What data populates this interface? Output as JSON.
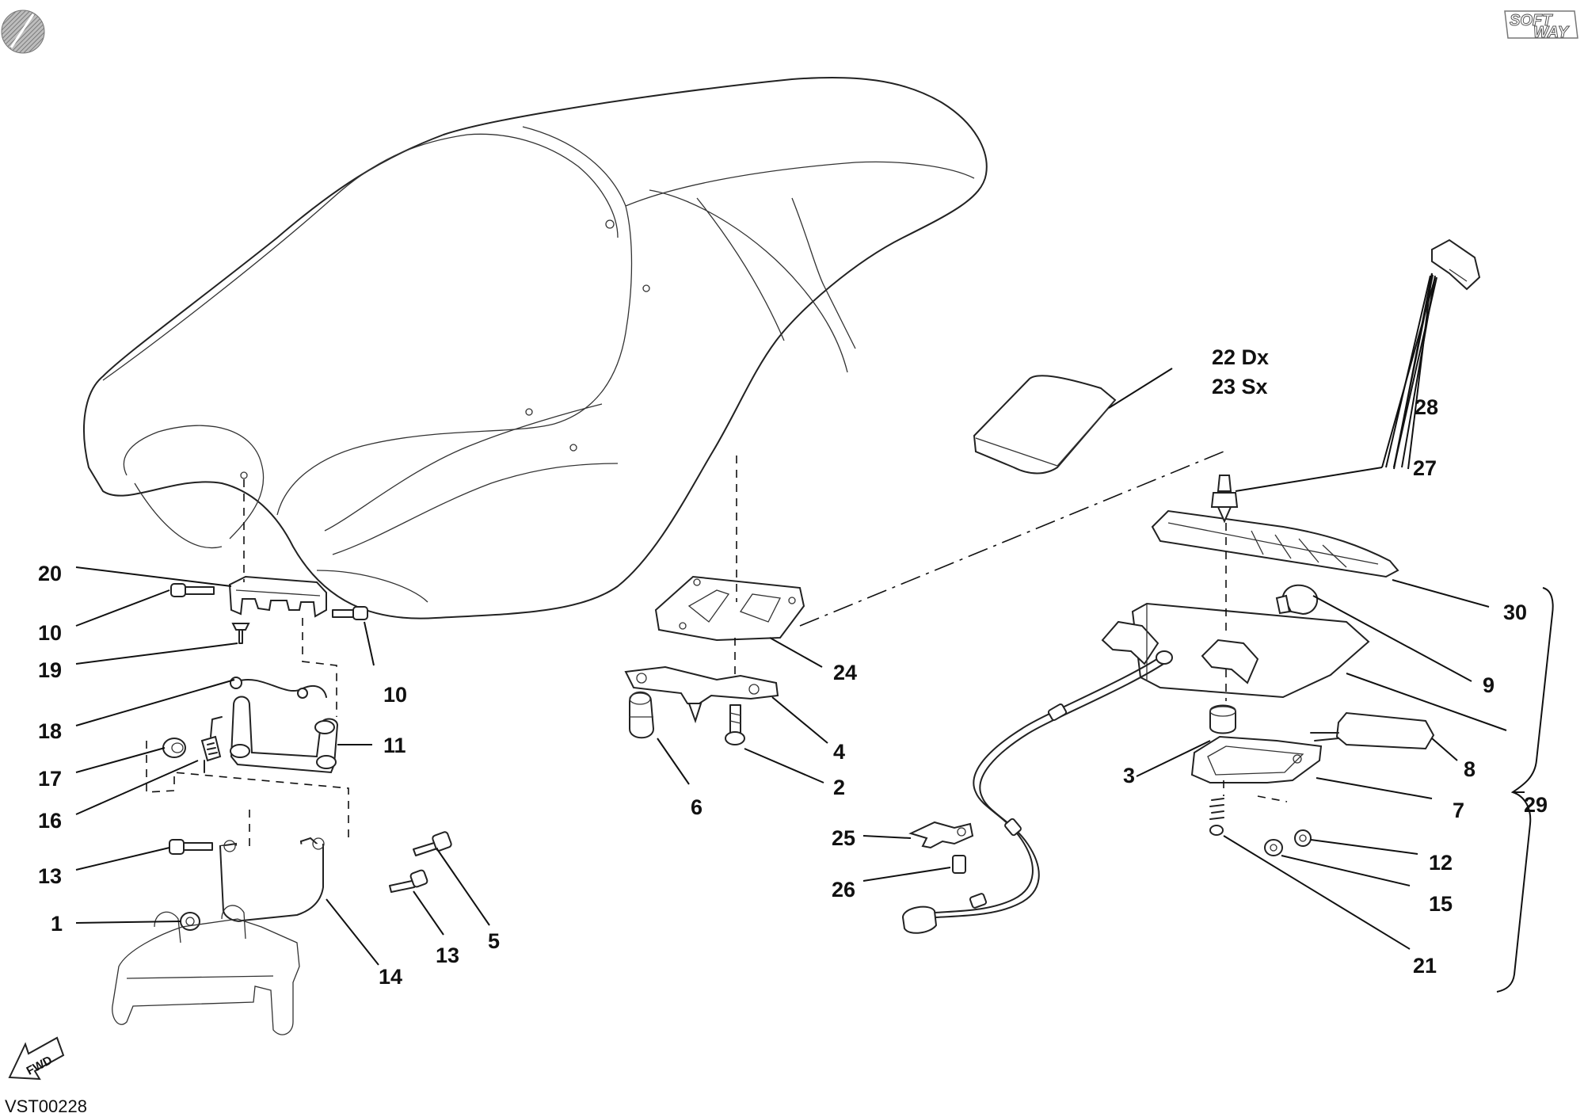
{
  "drawing_code": "VST00228",
  "brand_logo": [
    "SOFT",
    "WAY"
  ],
  "direction_marker": "FWD",
  "callouts": [
    {
      "id": "c1",
      "label": "1"
    },
    {
      "id": "c2",
      "label": "2"
    },
    {
      "id": "c3",
      "label": "3"
    },
    {
      "id": "c4",
      "label": "4"
    },
    {
      "id": "c5",
      "label": "5"
    },
    {
      "id": "c6",
      "label": "6"
    },
    {
      "id": "c7",
      "label": "7"
    },
    {
      "id": "c8",
      "label": "8"
    },
    {
      "id": "c9",
      "label": "9"
    },
    {
      "id": "c10a",
      "label": "10"
    },
    {
      "id": "c10b",
      "label": "10"
    },
    {
      "id": "c11",
      "label": "11"
    },
    {
      "id": "c12",
      "label": "12"
    },
    {
      "id": "c13a",
      "label": "13"
    },
    {
      "id": "c13b",
      "label": "13"
    },
    {
      "id": "c14",
      "label": "14"
    },
    {
      "id": "c15",
      "label": "15"
    },
    {
      "id": "c16",
      "label": "16"
    },
    {
      "id": "c17",
      "label": "17"
    },
    {
      "id": "c18",
      "label": "18"
    },
    {
      "id": "c19",
      "label": "19"
    },
    {
      "id": "c20",
      "label": "20"
    },
    {
      "id": "c21",
      "label": "21"
    },
    {
      "id": "c22",
      "label": "22 Dx"
    },
    {
      "id": "c23",
      "label": "23 Sx"
    },
    {
      "id": "c24",
      "label": "24"
    },
    {
      "id": "c25",
      "label": "25"
    },
    {
      "id": "c26",
      "label": "26"
    },
    {
      "id": "c27",
      "label": "27"
    },
    {
      "id": "c28",
      "label": "28"
    },
    {
      "id": "c29",
      "label": "29"
    },
    {
      "id": "c30",
      "label": "30"
    }
  ]
}
